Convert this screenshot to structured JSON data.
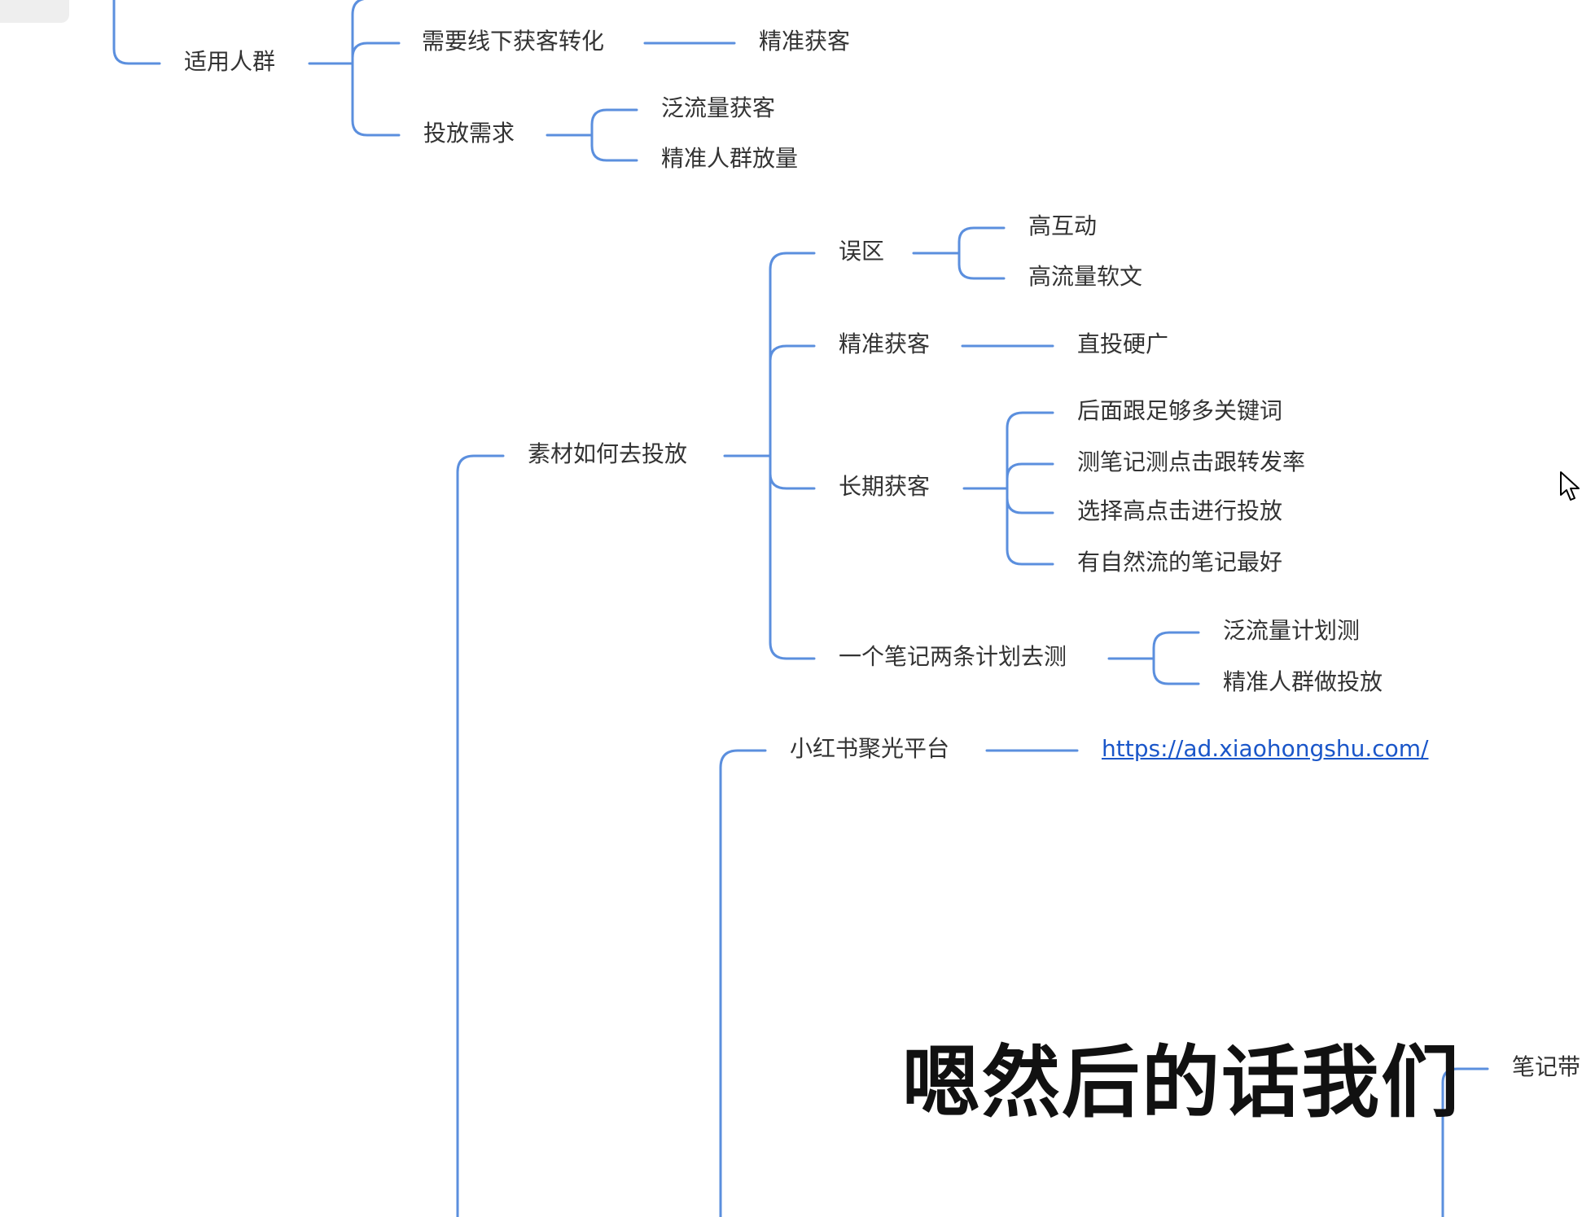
{
  "mindmap": {
    "line_color": "#5b8fde",
    "text_color": "#333333",
    "link_color": "#1a56c9",
    "nodes": {
      "shiyong_renqun": "适用人群",
      "xuyao_xianxia": "需要线下获客转化",
      "jingzhun_huoke_1": "精准获客",
      "toufang_xuqiu": "投放需求",
      "fan_liuliang_huoke": "泛流量获客",
      "jingzhun_renqun_fangliang": "精准人群放量",
      "sucai_ruhe_toufang": "素材如何去投放",
      "wuqu": "误区",
      "gao_hudong": "高互动",
      "gao_liuliang_ruanwen": "高流量软文",
      "jingzhun_huoke_2": "精准获客",
      "zhitou_yingguang": "直投硬广",
      "changqi_huoke": "长期获客",
      "houmian_gen_guanjianci": "后面跟足够多关键词",
      "ce_biji_dianji": "测笔记测点击跟转发率",
      "xuanze_gao_dianji": "选择高点击进行投放",
      "you_ziranliu": "有自然流的笔记最好",
      "yige_biji_liangtiao": "一个笔记两条计划去测",
      "fan_liuliang_jihua": "泛流量计划测",
      "jingzhun_renqun_toufang": "精准人群做投放",
      "xiaohongshu_juguang": "小红书聚光平台",
      "juguang_url": "https://ad.xiaohongshu.com/",
      "biji_dai": "笔记带"
    }
  },
  "subtitle": {
    "text": "嗯然后的话我们"
  }
}
